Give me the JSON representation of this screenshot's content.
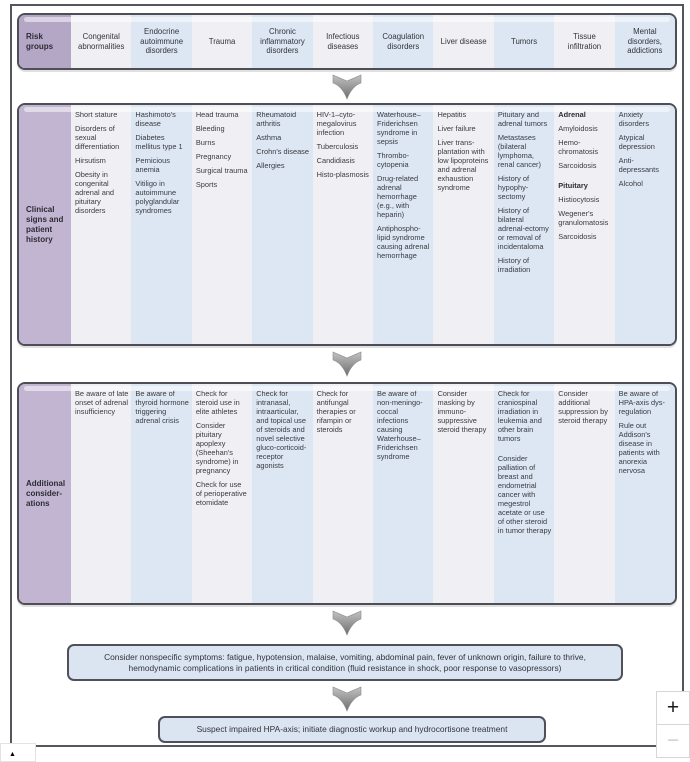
{
  "figure": {
    "header": {
      "label": "Risk groups",
      "columns": [
        "Congenital abnormalities",
        "Endocrine autoimmune disorders",
        "Trauma",
        "Chronic inflammatory disorders",
        "Infectious diseases",
        "Coagulation disorders",
        "Liver disease",
        "Tumors",
        "Tissue infiltration",
        "Mental disorders, addictions"
      ]
    },
    "clinical": {
      "label": "Clinical signs and patient history",
      "cells": [
        [
          "Short stature",
          "Disorders of sexual differentiation",
          "Hirsutism",
          "Obesity in congenital adrenal and pituitary disorders"
        ],
        [
          "Hashimoto's disease",
          "Diabetes mellitus type 1",
          "Pernicious anemia",
          "Vitiligo in autoimmune polyglandular syndromes"
        ],
        [
          "Head trauma",
          "Bleeding",
          "Burns",
          "Pregnancy",
          "Surgical trauma",
          "Sports"
        ],
        [
          "Rheumatoid arthritis",
          "Asthma",
          "Crohn's disease",
          "Allergies"
        ],
        [
          "HIV-1–cyto-megalovirus infection",
          "Tuberculosis",
          "Candidiasis",
          "Histo-plasmosis"
        ],
        [
          "Waterhouse–Friderichsen syndrome in sepsis",
          "Thrombo-cytopenia",
          "Drug-related adrenal hemorrhage (e.g., with heparin)",
          "Antiphospho-lipid syndrome causing adrenal hemorrhage"
        ],
        [
          "Hepatitis",
          "Liver failure",
          "Liver trans-plantation with low lipoproteins and adrenal exhaustion syndrome"
        ],
        [
          "Pituitary and adrenal tumors",
          "Metastases (bilateral lymphoma, renal cancer)",
          "History of hypophy-sectomy",
          "History of bilateral adrenal-ectomy or removal of incidentaloma",
          "History of irradiation"
        ],
        [
          {
            "text": "Adrenal",
            "bold": true
          },
          "Amyloidosis",
          "Hemo-chromatosis",
          "Sarcoidosis",
          {
            "text": "Pituitary",
            "bold": true,
            "gap": true
          },
          "Histiocytosis",
          "Wegener's granulomatosis",
          "Sarcoidosis"
        ],
        [
          "Anxiety disorders",
          "Atypical depression",
          "Anti-depressants",
          "Alcohol"
        ]
      ]
    },
    "additional": {
      "label": "Additional consider-ations",
      "cells": [
        [
          "Be aware of late onset of adrenal insufficiency"
        ],
        [
          "Be aware of thyroid hormone triggering adrenal crisis"
        ],
        [
          "Check for steroid use in elite athletes",
          "Consider pituitary apoplexy (Sheehan's syndrome) in pregnancy",
          "Check for use of perioperative etomidate"
        ],
        [
          "Check for intranasal, intraarticular, and topical use of steroids and novel selective gluco-corticoid-receptor agonists"
        ],
        [
          "Check for antifungal therapies or rifampin or steroids"
        ],
        [
          "Be aware of non-meningo-coccal infections causing Waterhouse–Friderichsen syndrome"
        ],
        [
          "Consider masking by immuno-suppressive steroid therapy"
        ],
        [
          "Check for craniospinal irradiation in leukemia and other brain tumors",
          {
            "text": "Consider palliation of breast and endometrial cancer with megestrol acetate or use of other steroid in tumor therapy",
            "gap": true
          }
        ],
        [
          "Consider additional suppression by steroid therapy"
        ],
        [
          "Be aware of HPA-axis dys-regulation",
          "Rule out Addison's disease in patients with anorexia nervosa"
        ]
      ]
    },
    "symptoms_box": "Consider nonspecific symptoms: fatigue, hypotension, malaise, vomiting, abdominal pain, fever of unknown origin, failure to thrive, hemodynamic complications in patients in critical condition (fluid resistance in shock, poor response to vasopressors)",
    "suspect_box": "Suspect impaired HPA-axis; initiate diagnostic workup and hydrocortisone treatment"
  },
  "controls": {
    "zoom_in": "+",
    "zoom_out": "−",
    "scroll_up": "▲"
  },
  "colors": {
    "label_purple": "#b4a7c6",
    "row_label_purple": "#c2b5d2",
    "column_gray": "#f0f0f4",
    "column_blue": "#dce7f3",
    "box_blue": "#dbe5f2",
    "border_dark": "#4e4e57",
    "arrow_gray": "#8c8c8c"
  }
}
